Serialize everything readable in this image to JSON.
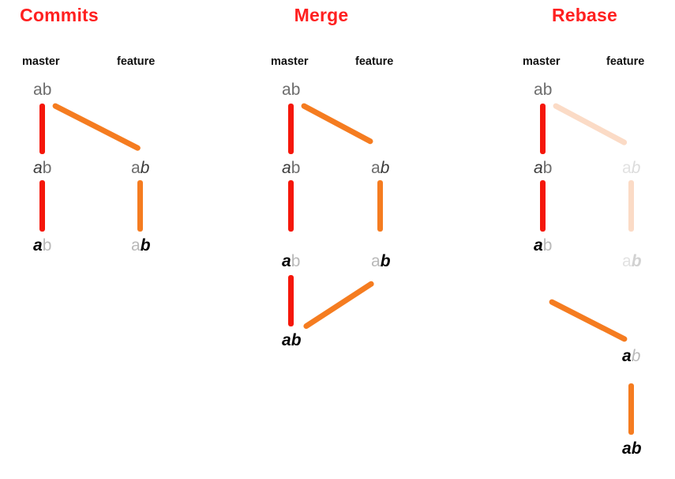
{
  "diagram": {
    "title_color": "#ff2020",
    "colors": {
      "master_edge": "#f5170a",
      "feature_edge": "#f57c20",
      "faded_edge": "#fbdbc6"
    },
    "panels": [
      {
        "id": "commits",
        "title": "Commits",
        "branches": {
          "master": "master",
          "feature": "feature"
        },
        "commits": [
          {
            "id": "c-m1",
            "branch": "master",
            "label": "ab",
            "chars": [
              {
                "t": "a",
                "style": "plain"
              },
              {
                "t": "b",
                "style": "plain"
              }
            ]
          },
          {
            "id": "c-m2",
            "branch": "master",
            "label": "ab",
            "chars": [
              {
                "t": "a",
                "style": "ital"
              },
              {
                "t": "b",
                "style": "plain"
              }
            ]
          },
          {
            "id": "c-m3",
            "branch": "master",
            "label": "ab",
            "chars": [
              {
                "t": "a",
                "style": "bold"
              },
              {
                "t": "b",
                "style": "faint"
              }
            ]
          },
          {
            "id": "c-f1",
            "branch": "feature",
            "label": "ab",
            "chars": [
              {
                "t": "a",
                "style": "plain"
              },
              {
                "t": "b",
                "style": "ital"
              }
            ]
          },
          {
            "id": "c-f2",
            "branch": "feature",
            "label": "ab",
            "chars": [
              {
                "t": "a",
                "style": "faint"
              },
              {
                "t": "b",
                "style": "bold"
              }
            ]
          }
        ]
      },
      {
        "id": "merge",
        "title": "Merge",
        "branches": {
          "master": "master",
          "feature": "feature"
        },
        "commits": [
          {
            "id": "g-m1",
            "branch": "master",
            "label": "ab",
            "chars": [
              {
                "t": "a",
                "style": "plain"
              },
              {
                "t": "b",
                "style": "plain"
              }
            ]
          },
          {
            "id": "g-m2",
            "branch": "master",
            "label": "ab",
            "chars": [
              {
                "t": "a",
                "style": "ital"
              },
              {
                "t": "b",
                "style": "plain"
              }
            ]
          },
          {
            "id": "g-m3",
            "branch": "master",
            "label": "ab",
            "chars": [
              {
                "t": "a",
                "style": "bold"
              },
              {
                "t": "b",
                "style": "faint"
              }
            ]
          },
          {
            "id": "g-m4",
            "branch": "master",
            "label": "ab",
            "chars": [
              {
                "t": "a",
                "style": "bold"
              },
              {
                "t": "b",
                "style": "bold"
              }
            ]
          },
          {
            "id": "g-f1",
            "branch": "feature",
            "label": "ab",
            "chars": [
              {
                "t": "a",
                "style": "plain"
              },
              {
                "t": "b",
                "style": "ital"
              }
            ]
          },
          {
            "id": "g-f2",
            "branch": "feature",
            "label": "ab",
            "chars": [
              {
                "t": "a",
                "style": "faint"
              },
              {
                "t": "b",
                "style": "bold"
              }
            ]
          }
        ]
      },
      {
        "id": "rebase",
        "title": "Rebase",
        "branches": {
          "master": "master",
          "feature": "feature"
        },
        "commits": [
          {
            "id": "r-m1",
            "branch": "master",
            "label": "ab",
            "chars": [
              {
                "t": "a",
                "style": "plain"
              },
              {
                "t": "b",
                "style": "plain"
              }
            ]
          },
          {
            "id": "r-m2",
            "branch": "master",
            "label": "ab",
            "chars": [
              {
                "t": "a",
                "style": "ital"
              },
              {
                "t": "b",
                "style": "plain"
              }
            ]
          },
          {
            "id": "r-m3",
            "branch": "master",
            "label": "ab",
            "chars": [
              {
                "t": "a",
                "style": "bold"
              },
              {
                "t": "b",
                "style": "faint"
              }
            ]
          },
          {
            "id": "r-f1",
            "branch": "feature",
            "label": "ab",
            "chars": [
              {
                "t": "a",
                "style": "ghost"
              },
              {
                "t": "b",
                "style": "ghost-it"
              }
            ]
          },
          {
            "id": "r-f2",
            "branch": "feature",
            "label": "ab",
            "chars": [
              {
                "t": "a",
                "style": "ghost"
              },
              {
                "t": "b",
                "style": "ghost-bd"
              }
            ]
          },
          {
            "id": "r-f3",
            "branch": "feature",
            "label": "ab",
            "chars": [
              {
                "t": "a",
                "style": "bold"
              },
              {
                "t": "b",
                "style": "faint-it"
              }
            ]
          },
          {
            "id": "r-f4",
            "branch": "feature",
            "label": "ab",
            "chars": [
              {
                "t": "a",
                "style": "bold"
              },
              {
                "t": "b",
                "style": "bold"
              }
            ]
          }
        ]
      }
    ]
  }
}
